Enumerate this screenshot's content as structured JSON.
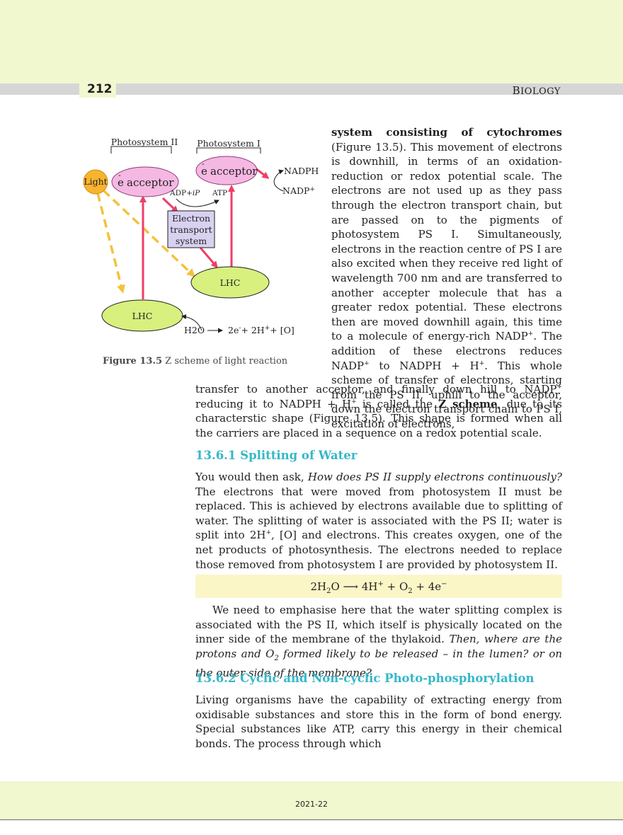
{
  "header": {
    "page_number": "212",
    "running_head": "Biology",
    "running_head_first": "B",
    "running_head_rest": "IOLOGY"
  },
  "figure": {
    "label_ps2": "Photosystem II",
    "label_ps1": "Photosystem I",
    "light": "Light",
    "acceptor_ps2": "acceptor",
    "acceptor_ps1": "acceptor",
    "e_symbol": "e",
    "e_bar": "-",
    "nadph": "NADPH",
    "nadp": "NADP",
    "plus": "+",
    "adp": "ADP+",
    "ip": "iP",
    "atp": "ATP",
    "ets_line1": "Electron",
    "ets_line2": "transport",
    "ets_line3": "system",
    "lhc_ps1": "LHC",
    "lhc_ps2": "LHC",
    "h2o": "H2O",
    "products": "2e",
    "products_sup": "-",
    "products_b": "+ 2H",
    "products_b_sup": "+",
    "products_c": "+ [O]",
    "caption_num": "Figure 13.5",
    "caption_text": " Z scheme of light reaction"
  },
  "body": {
    "col_para_bold": "system consisting of cytochromes",
    "col_para_rest": " (Figure 13.5). This movement of electrons is downhill, in terms of an oxidation-reduction or redox potential scale. The electrons are not used up as they pass through the electron transport chain, but are passed on to the pigments of photosystem PS I. Simultaneously, electrons in the reaction centre of PS I are also excited when they receive red light of wavelength 700 nm and are transferred to another accepter molecule that has a greater redox potential. These electrons then are moved downhill again,  this time to a molecule of energy-rich NADP",
    "col_para_sup1": "+",
    "col_para_rest2": ". The addition of these electrons reduces NADP",
    "col_para_sup2": "+",
    "col_para_rest3": " to NADPH + H",
    "col_para_sup3": "+",
    "col_para_rest4": ".  This whole scheme of transfer of electrons, starting from the PS II, uphill to the acceptor, down the electron transport chain to PS I, excitation of electrons,",
    "full_para_a": "transfer to another acceptor, and finally down hill to NADP",
    "full_para_sup1": "+",
    "full_para_b": " reducing it to NADPH + H",
    "full_para_sup2": "+",
    "full_para_c": " is called the ",
    "full_para_bold": "Z scheme",
    "full_para_d": ", due to its characterstic shape (Figure 13.5).  This shape is formed when all the carriers are placed in a sequence on a redox potential scale."
  },
  "section_1": {
    "heading": "13.6.1  Splitting of Water",
    "para_a": "You would then ask, ",
    "para_italic": "How does PS II supply electrons continuously?",
    "para_b": " The electrons that were moved from photosystem II must be replaced. This is achieved by electrons available due to splitting of water. The splitting of water is associated with the PS II; water is split into 2H",
    "para_sup": "+",
    "para_c": ", [O] and electrons. This creates oxygen, one of the net products of photosynthesis. The electrons needed to replace those removed from photosystem I are provided by photosystem II.",
    "equation_lhs": "2H",
    "equation_lhs_sub": "2",
    "equation_lhs_end": "O",
    "equation_arrow": "⟶",
    "equation_rhs_a": "4H",
    "equation_rhs_a_sup": "+",
    "equation_rhs_b": " + O",
    "equation_rhs_b_sub": "2",
    "equation_rhs_c": " + 4e",
    "equation_rhs_c_sup": "−",
    "para2_a": "We need to emphasise here that the water splitting complex is associated with the PS II, which itself is physically located on the inner side of the membrane of the thylakoid. ",
    "para2_italic_a": "Then, where are the protons and O",
    "para2_italic_sub": "2",
    "para2_italic_b": " formed likely to be released – in the lumen? or on the outer side of the membrane?"
  },
  "section_2": {
    "heading": "13.6.2  Cyclic and Non-cyclic Photo-phosphorylation",
    "para": "Living organisms have the capability of extracting energy from oxidisable substances and store this in the form of bond energy. Special substances like ATP, carry this energy in their chemical bonds. The process through which"
  },
  "footer": {
    "year": "2021-22"
  },
  "colors": {
    "band": "#f1f7cf",
    "header_bar": "#d6d6d6",
    "heading": "#35b7c8",
    "arrow_red": "#ee3f68",
    "arrow_yellow": "#f3c23c",
    "acceptor_fill": "#f5b8e2",
    "lhc_fill": "#d7f07e",
    "light_fill": "#f7b52e",
    "ets_fill": "#d8d2f0",
    "eq_box": "#fbf6c6"
  }
}
